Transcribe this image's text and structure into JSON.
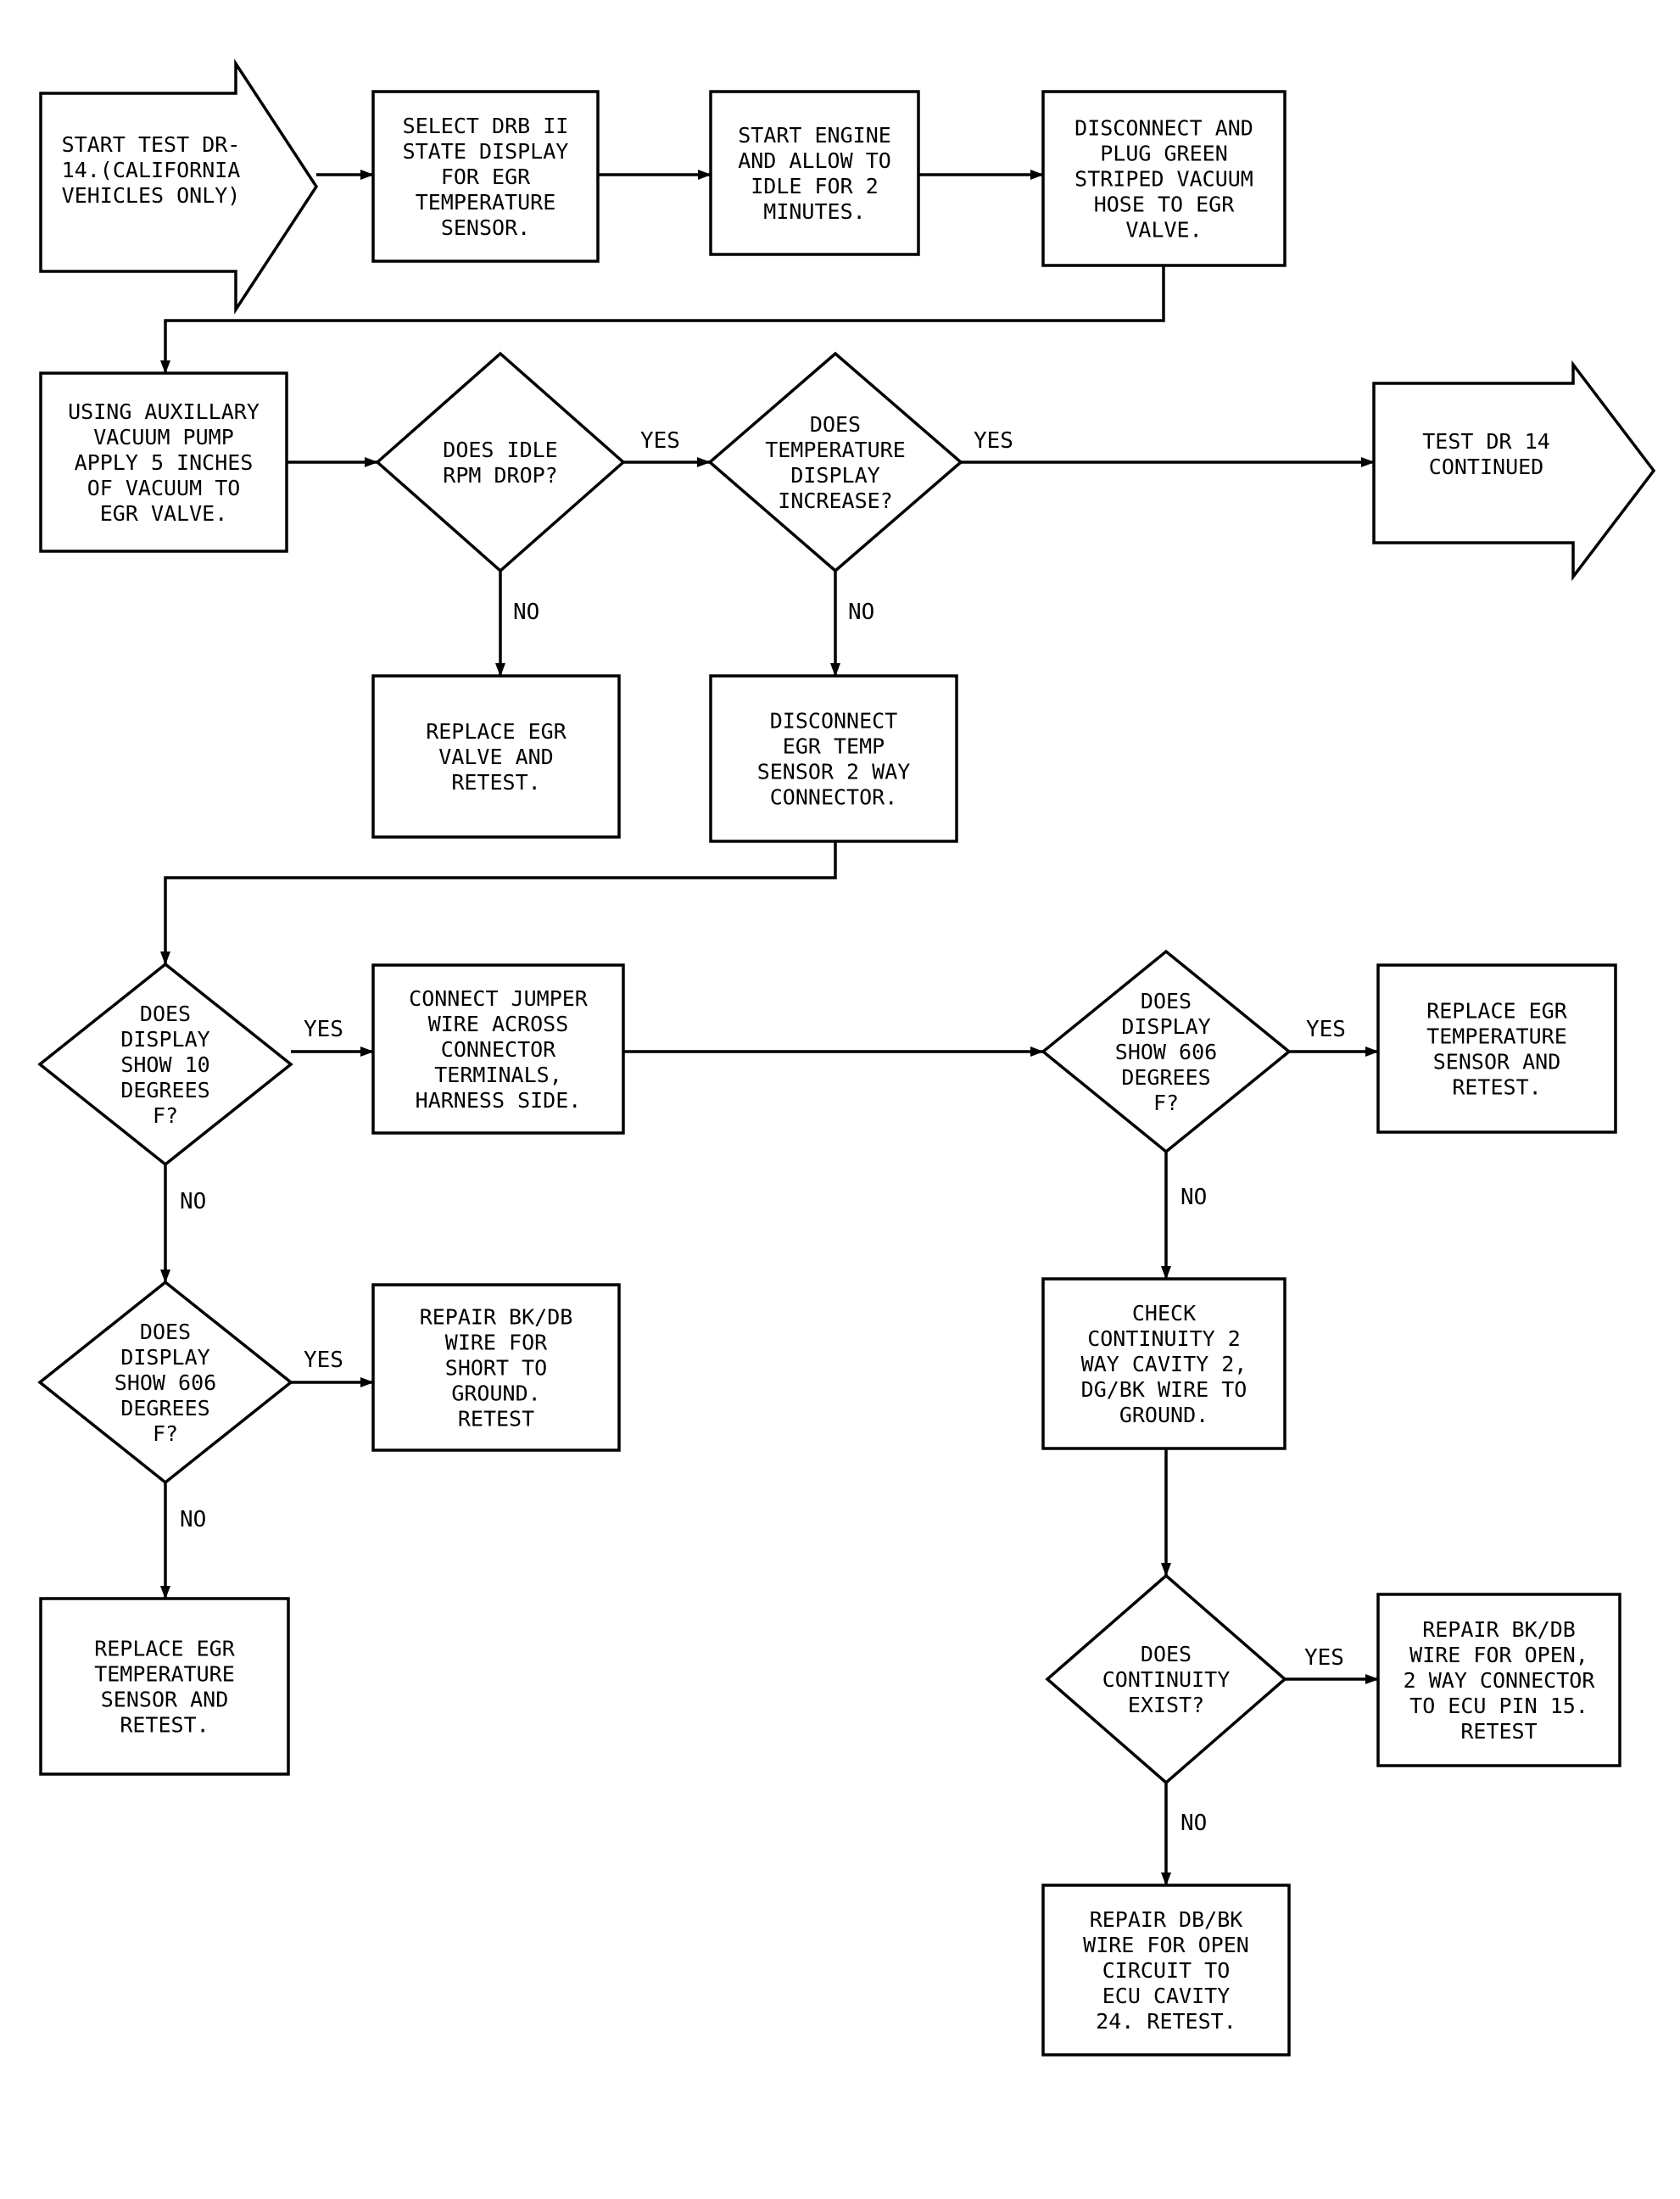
{
  "diagram": {
    "nodes": [
      {
        "id": "start",
        "shape": "block-arrow",
        "lines": [
          "START TEST DR-",
          "14.(CALIFORNIA",
          "VEHICLES ONLY)"
        ]
      },
      {
        "id": "select_drb",
        "shape": "box",
        "lines": [
          "SELECT DRB II",
          "STATE DISPLAY",
          "FOR EGR",
          "TEMPERATURE",
          "SENSOR."
        ]
      },
      {
        "id": "start_engine",
        "shape": "box",
        "lines": [
          "START ENGINE",
          "AND ALLOW TO",
          "IDLE FOR 2",
          "MINUTES."
        ]
      },
      {
        "id": "disconnect_hose",
        "shape": "box",
        "lines": [
          "DISCONNECT AND",
          "PLUG GREEN",
          "STRIPED VACUUM",
          "HOSE TO EGR",
          "VALVE."
        ]
      },
      {
        "id": "apply_vacuum",
        "shape": "box",
        "lines": [
          "USING AUXILLARY",
          "VACUUM PUMP",
          "APPLY 5 INCHES",
          "OF VACUUM TO",
          "EGR VALVE."
        ]
      },
      {
        "id": "rpm_drop",
        "shape": "diamond",
        "lines": [
          "DOES IDLE",
          "RPM DROP?"
        ]
      },
      {
        "id": "temp_increase",
        "shape": "diamond",
        "lines": [
          "DOES",
          "TEMPERATURE",
          "DISPLAY",
          "INCREASE?"
        ]
      },
      {
        "id": "continued",
        "shape": "block-arrow",
        "lines": [
          "TEST DR 14",
          "CONTINUED"
        ]
      },
      {
        "id": "replace_valve",
        "shape": "box",
        "lines": [
          "REPLACE EGR",
          "VALVE AND",
          "RETEST."
        ]
      },
      {
        "id": "disconnect_sensor",
        "shape": "box",
        "lines": [
          "DISCONNECT",
          "EGR TEMP",
          "SENSOR 2 WAY",
          "CONNECTOR."
        ]
      },
      {
        "id": "show_10",
        "shape": "diamond",
        "lines": [
          "DOES",
          "DISPLAY",
          "SHOW 10",
          "DEGREES",
          "F?"
        ]
      },
      {
        "id": "jumper",
        "shape": "box",
        "lines": [
          "CONNECT JUMPER",
          "WIRE ACROSS",
          "CONNECTOR",
          "TERMINALS,",
          "HARNESS SIDE."
        ]
      },
      {
        "id": "show_606_b",
        "shape": "diamond",
        "lines": [
          "DOES",
          "DISPLAY",
          "SHOW 606",
          "DEGREES",
          "F?"
        ]
      },
      {
        "id": "replace_sensor_b",
        "shape": "box",
        "lines": [
          "REPLACE EGR",
          "TEMPERATURE",
          "SENSOR AND",
          "RETEST."
        ]
      },
      {
        "id": "show_606_a",
        "shape": "diamond",
        "lines": [
          "DOES",
          "DISPLAY",
          "SHOW 606",
          "DEGREES",
          "F?"
        ]
      },
      {
        "id": "repair_short",
        "shape": "box",
        "lines": [
          "REPAIR BK/DB",
          "WIRE FOR",
          "SHORT TO",
          "GROUND.",
          "RETEST"
        ]
      },
      {
        "id": "replace_sensor_a",
        "shape": "box",
        "lines": [
          "REPLACE EGR",
          "TEMPERATURE",
          "SENSOR AND",
          "RETEST."
        ]
      },
      {
        "id": "check_continuity",
        "shape": "box",
        "lines": [
          "CHECK",
          "CONTINUITY 2",
          "WAY CAVITY 2,",
          "DG/BK WIRE TO",
          "GROUND."
        ]
      },
      {
        "id": "continuity_exist",
        "shape": "diamond",
        "lines": [
          "DOES",
          "CONTINUITY",
          "EXIST?"
        ]
      },
      {
        "id": "repair_open",
        "shape": "box",
        "lines": [
          "REPAIR BK/DB",
          "WIRE FOR OPEN,",
          "2 WAY CONNECTOR",
          "TO ECU PIN 15.",
          "RETEST"
        ]
      },
      {
        "id": "repair_circuit",
        "shape": "box",
        "lines": [
          "REPAIR DB/BK",
          "WIRE FOR OPEN",
          "CIRCUIT TO",
          "ECU CAVITY",
          "24. RETEST."
        ]
      }
    ],
    "edges": [
      {
        "from": "start",
        "to": "select_drb",
        "label": ""
      },
      {
        "from": "select_drb",
        "to": "start_engine",
        "label": ""
      },
      {
        "from": "start_engine",
        "to": "disconnect_hose",
        "label": ""
      },
      {
        "from": "disconnect_hose",
        "to": "apply_vacuum",
        "label": ""
      },
      {
        "from": "apply_vacuum",
        "to": "rpm_drop",
        "label": ""
      },
      {
        "from": "rpm_drop",
        "to": "temp_increase",
        "label": "YES"
      },
      {
        "from": "temp_increase",
        "to": "continued",
        "label": "YES"
      },
      {
        "from": "rpm_drop",
        "to": "replace_valve",
        "label": "NO"
      },
      {
        "from": "temp_increase",
        "to": "disconnect_sensor",
        "label": "NO"
      },
      {
        "from": "disconnect_sensor",
        "to": "show_10",
        "label": ""
      },
      {
        "from": "show_10",
        "to": "jumper",
        "label": "YES"
      },
      {
        "from": "jumper",
        "to": "show_606_b",
        "label": ""
      },
      {
        "from": "show_606_b",
        "to": "replace_sensor_b",
        "label": "YES"
      },
      {
        "from": "show_10",
        "to": "show_606_a",
        "label": "NO"
      },
      {
        "from": "show_606_a",
        "to": "repair_short",
        "label": "YES"
      },
      {
        "from": "show_606_a",
        "to": "replace_sensor_a",
        "label": "NO"
      },
      {
        "from": "show_606_b",
        "to": "check_continuity",
        "label": "NO"
      },
      {
        "from": "check_continuity",
        "to": "continuity_exist",
        "label": ""
      },
      {
        "from": "continuity_exist",
        "to": "repair_open",
        "label": "YES"
      },
      {
        "from": "continuity_exist",
        "to": "repair_circuit",
        "label": "NO"
      }
    ]
  }
}
